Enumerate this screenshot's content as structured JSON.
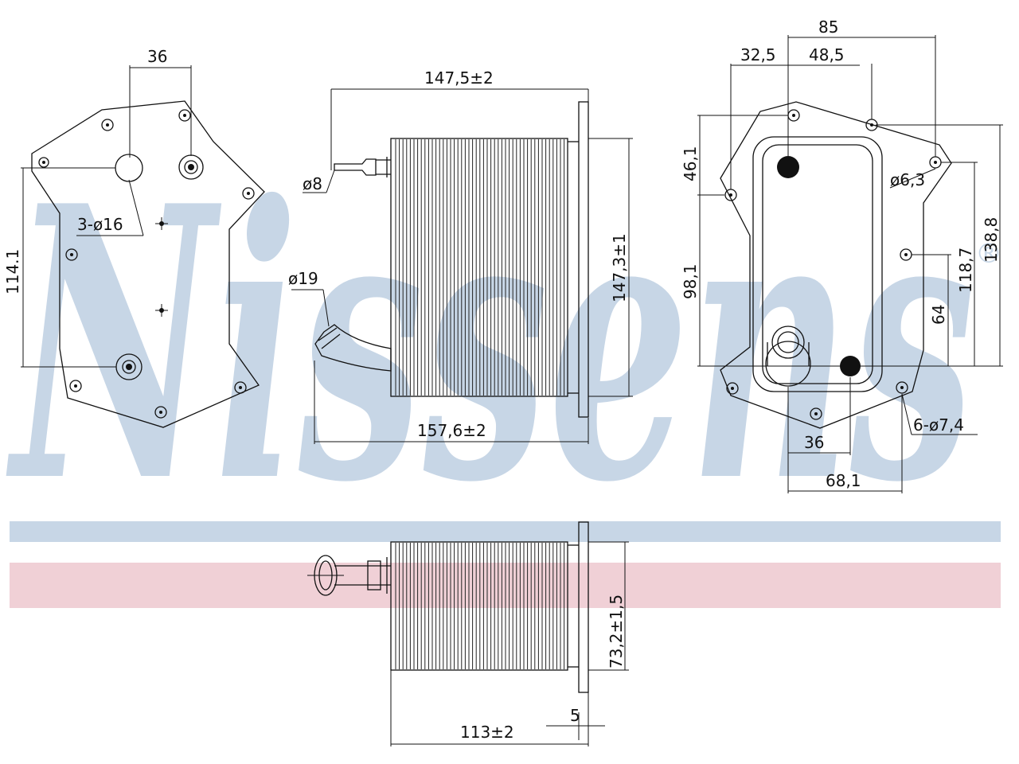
{
  "watermark": {
    "brand": "Nissens",
    "registered_mark": "®",
    "color": "#c7d6e6",
    "band_blue": "#c7d6e6",
    "band_red": "#f0d0d6"
  },
  "left_view": {
    "dim_top": "36",
    "dim_left": "114.1",
    "holes_label": "3-ø16"
  },
  "side_view": {
    "dim_top": "147,5±2",
    "dim_bottom": "157,6±2",
    "dim_right": "147,3±1",
    "pipe_small": "ø8",
    "pipe_large": "ø19"
  },
  "right_view": {
    "dim_85": "85",
    "dim_32_5": "32,5",
    "dim_48_5": "48,5",
    "dim_46_1": "46,1",
    "dim_98_1": "98,1",
    "dim_6_3": "ø6,3",
    "dim_138_8": "138,8",
    "dim_118_7": "118,7",
    "dim_64": "64",
    "holes_label": "6-ø7,4",
    "dim_36": "36",
    "dim_68_1": "68,1"
  },
  "bottom_view": {
    "dim_right": "73,2±1,5",
    "dim_bottom": "113±2",
    "dim_flange": "5"
  }
}
